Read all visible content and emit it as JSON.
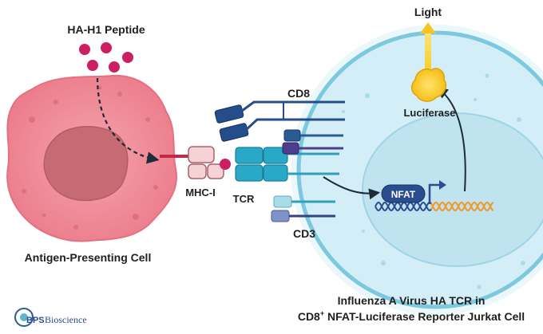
{
  "labels": {
    "peptide": "HA-H1 Peptide",
    "light": "Light",
    "cd8": "CD8",
    "luciferase": "Luciferase",
    "mhc": "MHC-I",
    "tcr": "TCR",
    "nfat": "NFAT",
    "cd3": "CD3",
    "apc": "Antigen-Presenting Cell",
    "title_line1": "Influenza A Virus HA TCR in",
    "title_line2_prefix": "CD8",
    "title_line2_sup": "+",
    "title_line2_suffix": " NFAT-Luciferase Reporter Jurkat Cell"
  },
  "logo": {
    "mark": "BPS",
    "word": "Bioscience"
  },
  "colors": {
    "apc_fill": "#ee8a97",
    "apc_nucleus": "#c76b74",
    "peptide": "#cc1f63",
    "cell_outer": "#d6f0f8",
    "cell_border": "#7cc8df",
    "nucleus": "#bfe4f0",
    "tcr": "#23a6c6",
    "cd8": "#244d8a",
    "cd3": "#37417a",
    "mhc": "#f4cfd2",
    "luciferase": "#f4c518",
    "light": "#f6c523",
    "dna_orange": "#f29a24",
    "dna_blue": "#2a4d8f"
  }
}
